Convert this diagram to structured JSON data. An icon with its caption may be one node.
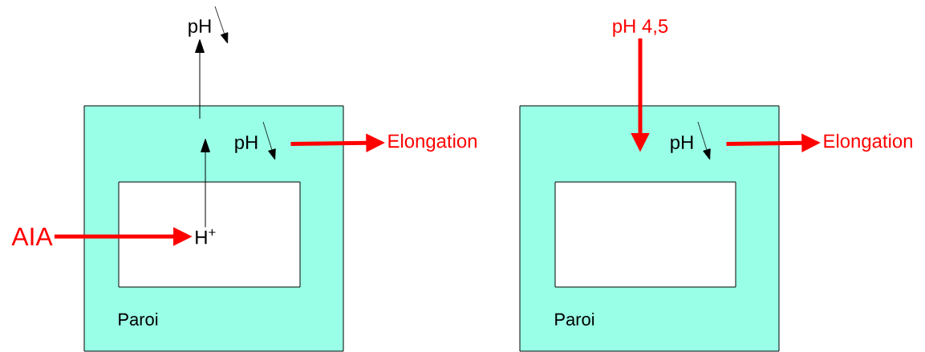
{
  "diagram": {
    "nodes": [
      {
        "text": [
          "Paroi"
        ]
      },
      {
        "text": [],
        "shape": "box",
        "in": 0
      },
      {
        "text": [
          "H$^{+}$"
        ],
        "in": 1
      },
      {
        "text": [
          "pH"
        ],
        "in": 0
      },
      {
        "text": [
          "pH"
        ]
      },
      {
        "text": [
          "AIA"
        ]
      },
      {
        "text": [
          "Elongation"
        ]
      },
      {
        "text": [
          "Paroi"
        ]
      },
      {
        "text": [],
        "shape": "box",
        "in": 7
      },
      {
        "text": [
          "pH"
        ],
        "in": 7
      },
      {
        "text": [
          "pH 4,5"
        ]
      },
      {
        "text": [
          "Elongation"
        ]
      }
    ],
    "edges": [
      {
        "from": 5,
        "to": 2,
        "arrow": "to"
      },
      {
        "from": 2,
        "to": null,
        "arrow": "to",
        "color": "#000000"
      },
      {
        "from": null,
        "to": 4,
        "arrow": "to",
        "color": "#000000"
      },
      {
        "from": 3,
        "to": 6,
        "arrow": "to"
      },
      {
        "from": 10,
        "to": null,
        "arrow": "to"
      },
      {
        "from": 9,
        "to": 11,
        "arrow": "to"
      }
    ]
  }
}
